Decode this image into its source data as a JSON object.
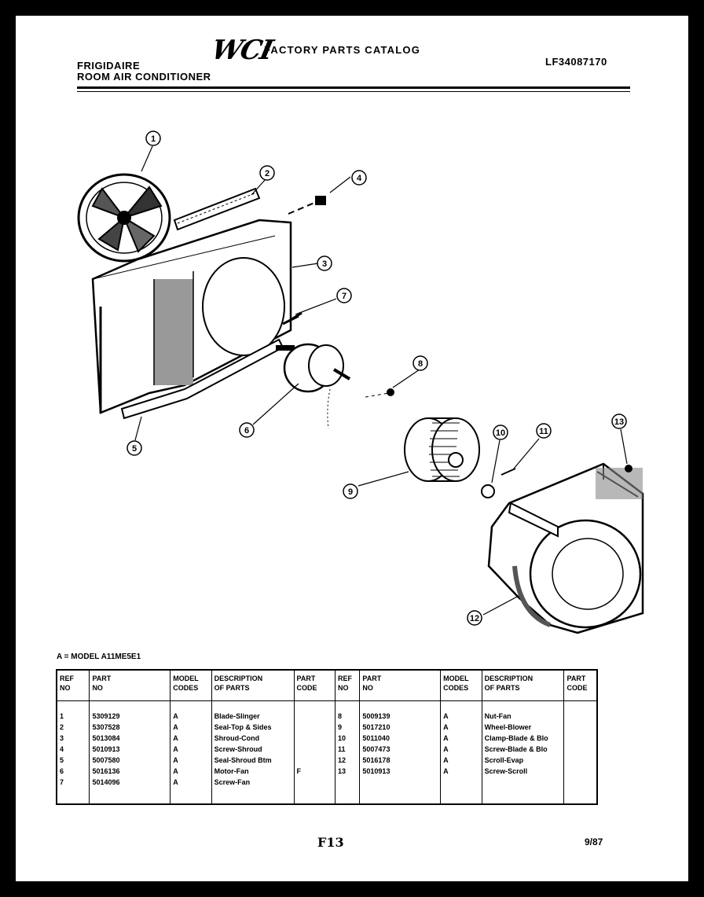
{
  "header": {
    "brand": "FRIGIDAIRE",
    "product": "ROOM AIR CONDITIONER",
    "logo": "WCI",
    "catalog_title": "FACTORY PARTS CATALOG",
    "catalog_number": "LF34087170"
  },
  "callouts": [
    {
      "ref": "1"
    },
    {
      "ref": "2"
    },
    {
      "ref": "3"
    },
    {
      "ref": "4"
    },
    {
      "ref": "5"
    },
    {
      "ref": "6"
    },
    {
      "ref": "7"
    },
    {
      "ref": "8"
    },
    {
      "ref": "9"
    },
    {
      "ref": "10"
    },
    {
      "ref": "11"
    },
    {
      "ref": "12"
    },
    {
      "ref": "13"
    }
  ],
  "model_note": "A = MODEL A11ME5E1",
  "table": {
    "headers": {
      "ref": [
        "REF",
        "NO"
      ],
      "part": [
        "PART",
        "NO"
      ],
      "model": [
        "MODEL",
        "CODES"
      ],
      "desc": [
        "DESCRIPTION",
        "OF PARTS"
      ],
      "code": [
        "PART",
        "CODE"
      ]
    },
    "left": [
      {
        "ref": "1",
        "part": "5309129",
        "model": "A",
        "desc": "Blade-Slinger",
        "code": ""
      },
      {
        "ref": "2",
        "part": "5307528",
        "model": "A",
        "desc": "Seal-Top & Sides",
        "code": ""
      },
      {
        "ref": "3",
        "part": "5013084",
        "model": "A",
        "desc": "Shroud-Cond",
        "code": ""
      },
      {
        "ref": "4",
        "part": "5010913",
        "model": "A",
        "desc": "Screw-Shroud",
        "code": ""
      },
      {
        "ref": "5",
        "part": "5007580",
        "model": "A",
        "desc": "Seal-Shroud Btm",
        "code": ""
      },
      {
        "ref": "6",
        "part": "5016136",
        "model": "A",
        "desc": "Motor-Fan",
        "code": "F"
      },
      {
        "ref": "7",
        "part": "5014096",
        "model": "A",
        "desc": "Screw-Fan",
        "code": ""
      }
    ],
    "right": [
      {
        "ref": "8",
        "part": "5009139",
        "model": "A",
        "desc": "Nut-Fan",
        "code": ""
      },
      {
        "ref": "9",
        "part": "5017210",
        "model": "A",
        "desc": "Wheel-Blower",
        "code": ""
      },
      {
        "ref": "10",
        "part": "5011040",
        "model": "A",
        "desc": "Clamp-Blade & Blo",
        "code": ""
      },
      {
        "ref": "11",
        "part": "5007473",
        "model": "A",
        "desc": "Screw-Blade & Blo",
        "code": ""
      },
      {
        "ref": "12",
        "part": "5016178",
        "model": "A",
        "desc": "Scroll-Evap",
        "code": ""
      },
      {
        "ref": "13",
        "part": "5010913",
        "model": "A",
        "desc": "Screw-Scroll",
        "code": ""
      },
      {
        "ref": "",
        "part": "",
        "model": "",
        "desc": "",
        "code": ""
      }
    ]
  },
  "footer": {
    "page_code": "F13",
    "date": "9/87"
  }
}
